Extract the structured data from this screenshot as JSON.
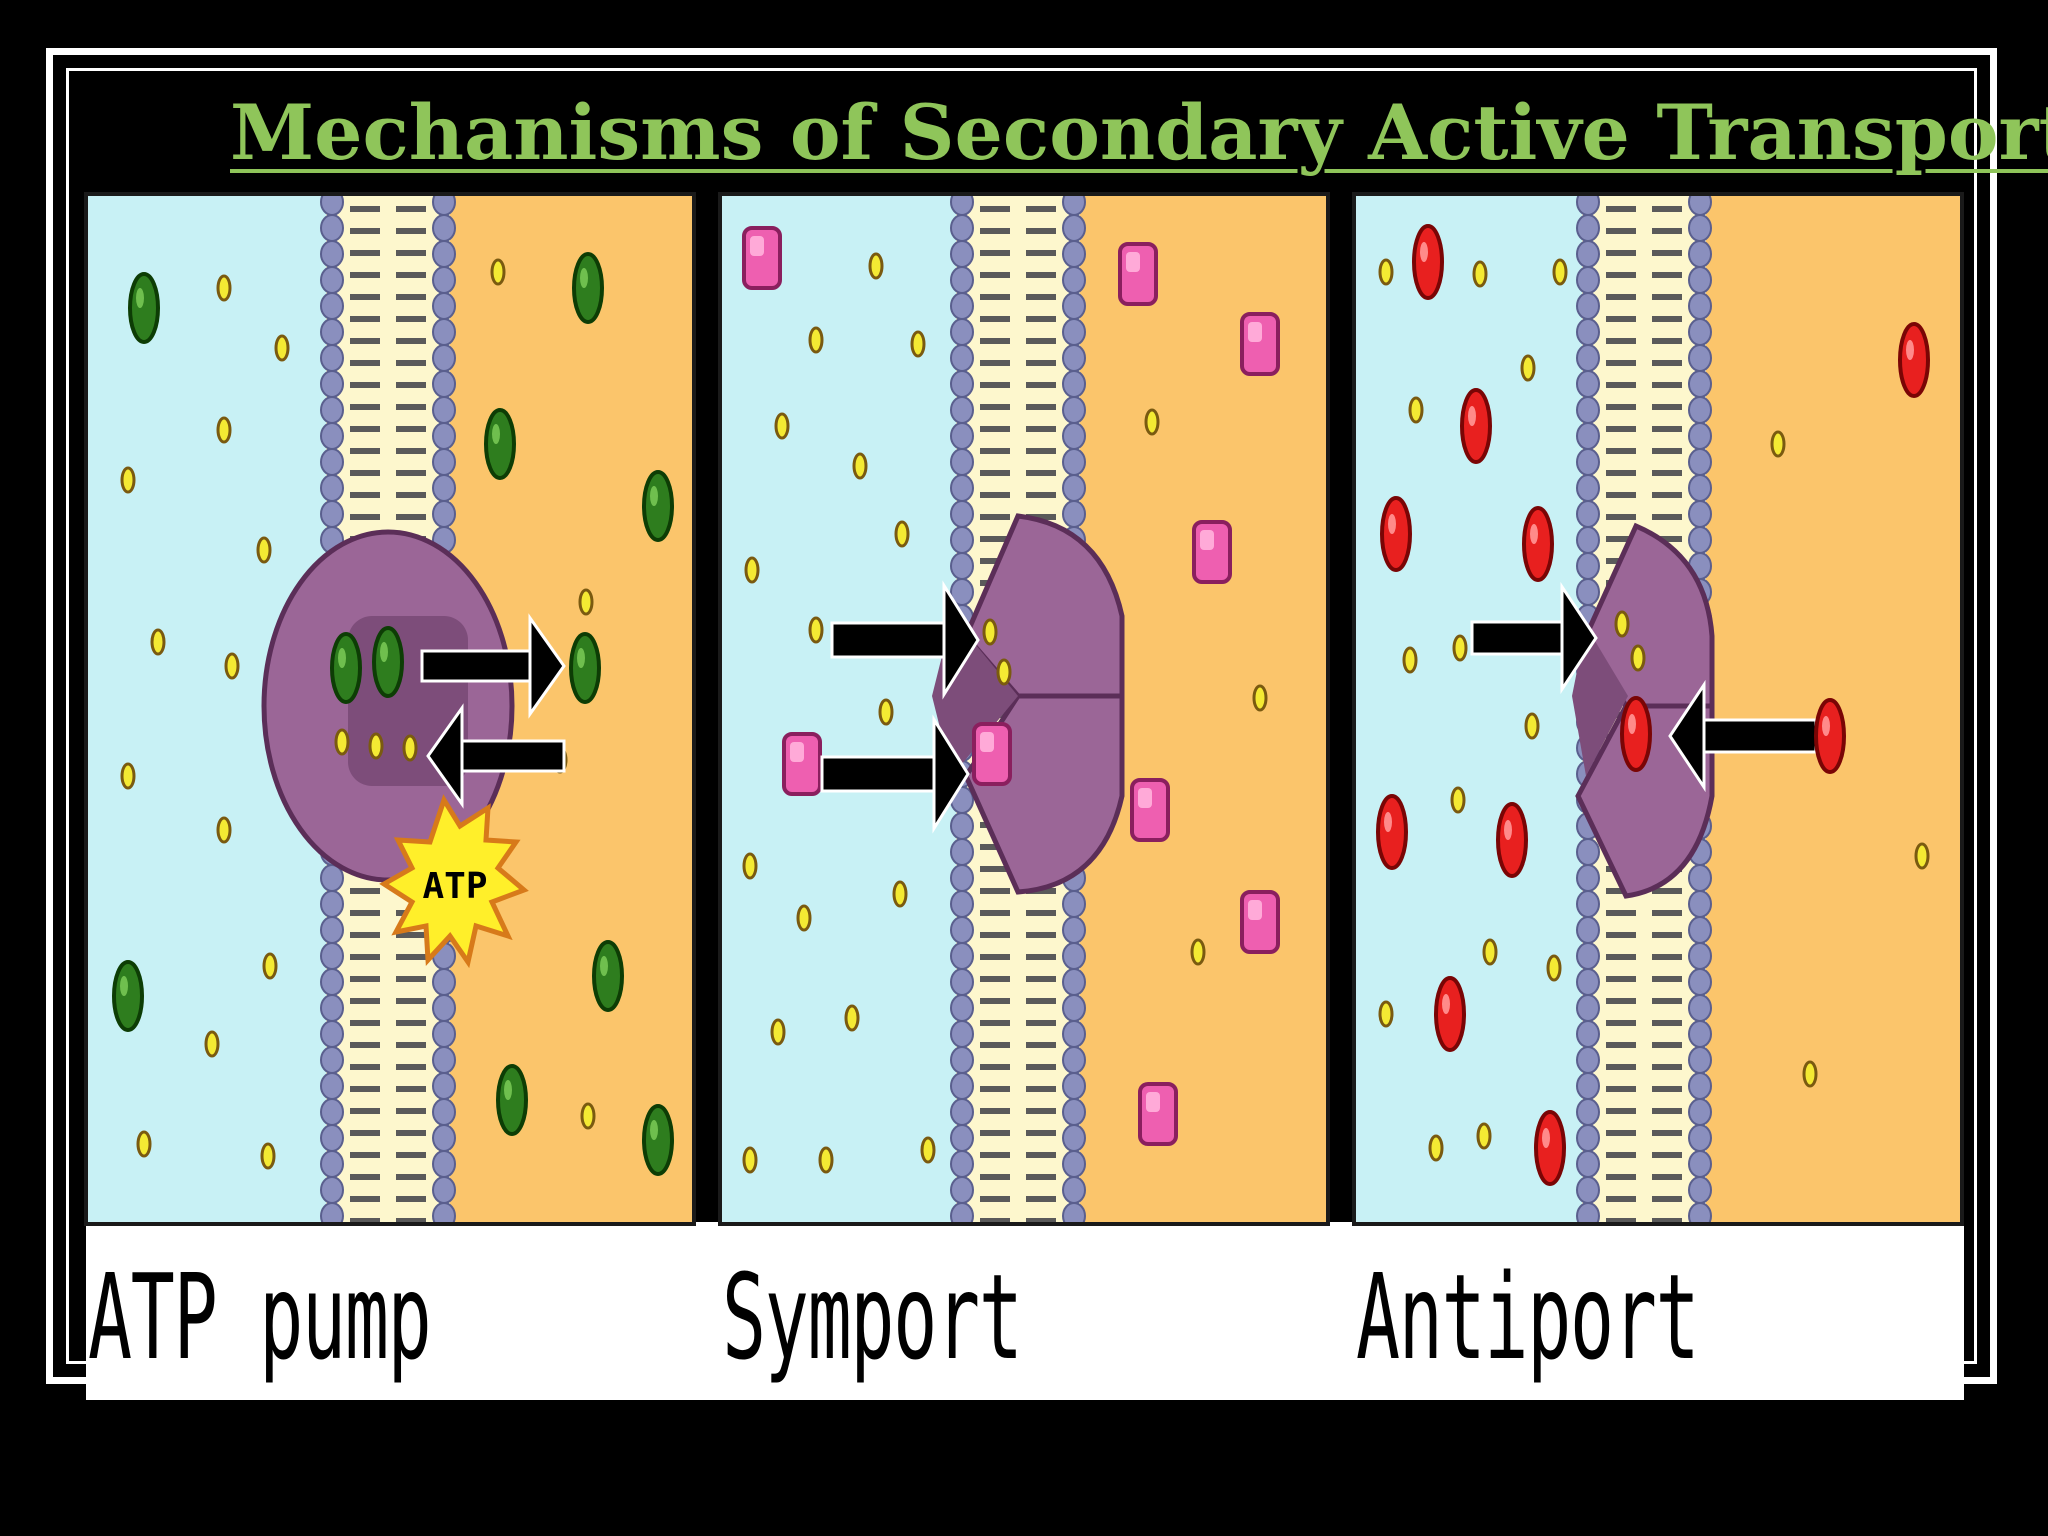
{
  "title": "Mechanisms of Secondary Active Transport",
  "colors": {
    "title": "#8fc55a",
    "outside": "#c8f1f5",
    "inside": "#fbc56b",
    "membrane_head": "#8a8fbe",
    "membrane_tail": "#fdf7cd",
    "protein": "#9b6697",
    "small_ion": "#f4ea33",
    "green_solute": "#2e7d1e",
    "pink_solute": "#ee5fb0",
    "red_solute": "#e8201f",
    "atp_burst": "#ffef2a"
  },
  "panels": [
    {
      "label": "ATP pump",
      "solute": "green-oval",
      "energy_text": "ATP"
    },
    {
      "label": "Symport",
      "solute": "pink-square"
    },
    {
      "label": "Antiport",
      "solute": "red-oval"
    }
  ]
}
